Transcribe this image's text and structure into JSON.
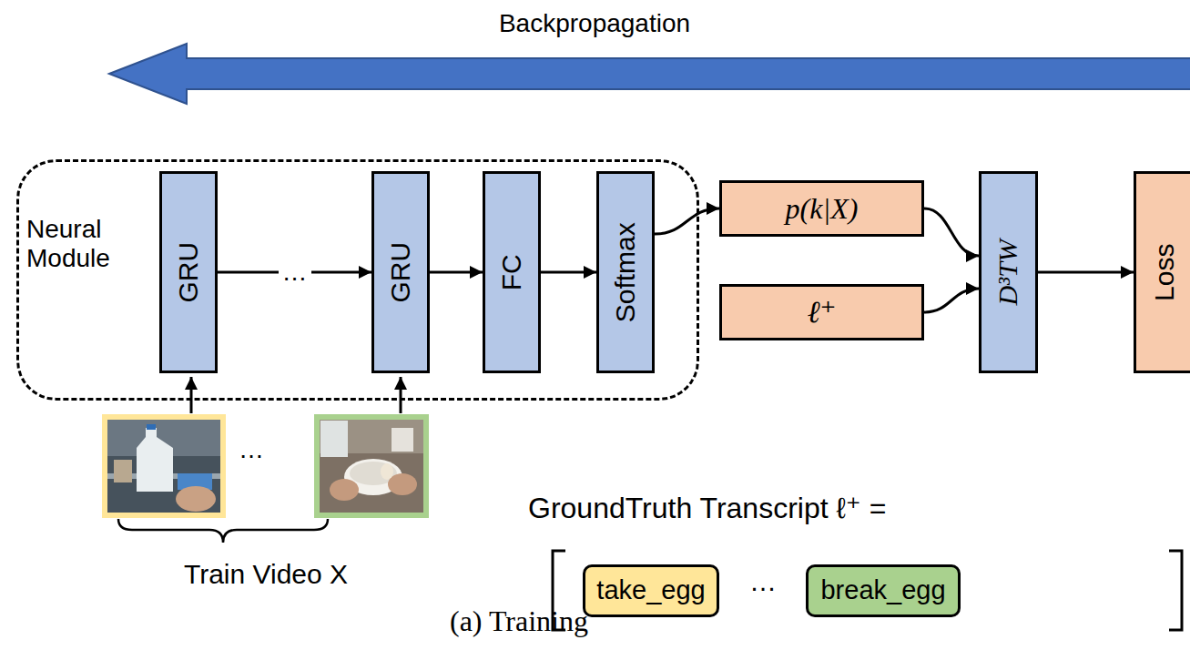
{
  "diagram": {
    "caption": "(a) Training",
    "nodes": [
      {
        "text": [
          "Neural Module"
        ]
      },
      {
        "text": [
          "GRU"
        ],
        "in": 0
      },
      {
        "text": [
          "GRU"
        ],
        "in": 0
      },
      {
        "text": [
          "FC"
        ],
        "in": 0
      },
      {
        "text": [
          "Softmax"
        ],
        "in": 0
      },
      {
        "text": [
          "p(k|X)"
        ]
      },
      {
        "text": [
          "ℓ⁺"
        ]
      },
      {
        "text": [
          "D³TW"
        ]
      },
      {
        "text": [
          "Loss"
        ]
      },
      {
        "text": [
          "take_egg"
        ]
      },
      {
        "text": [
          "break_egg"
        ]
      }
    ],
    "edges": [
      {
        "from": 1,
        "to": 2,
        "arrow": "to",
        "label": "…"
      },
      {
        "from": 2,
        "to": 3,
        "arrow": "to"
      },
      {
        "from": 3,
        "to": 4,
        "arrow": "to"
      },
      {
        "from": 4,
        "to": 5,
        "arrow": "to"
      },
      {
        "from": 5,
        "to": 7,
        "arrow": "to"
      },
      {
        "from": 6,
        "to": 7,
        "arrow": "to"
      },
      {
        "from": 7,
        "to": 8,
        "arrow": "to"
      }
    ],
    "labels": [
      "Backpropagation",
      "…",
      "Train Video X",
      "GroundTruth Transcript ℓ⁺ =",
      "…"
    ]
  }
}
